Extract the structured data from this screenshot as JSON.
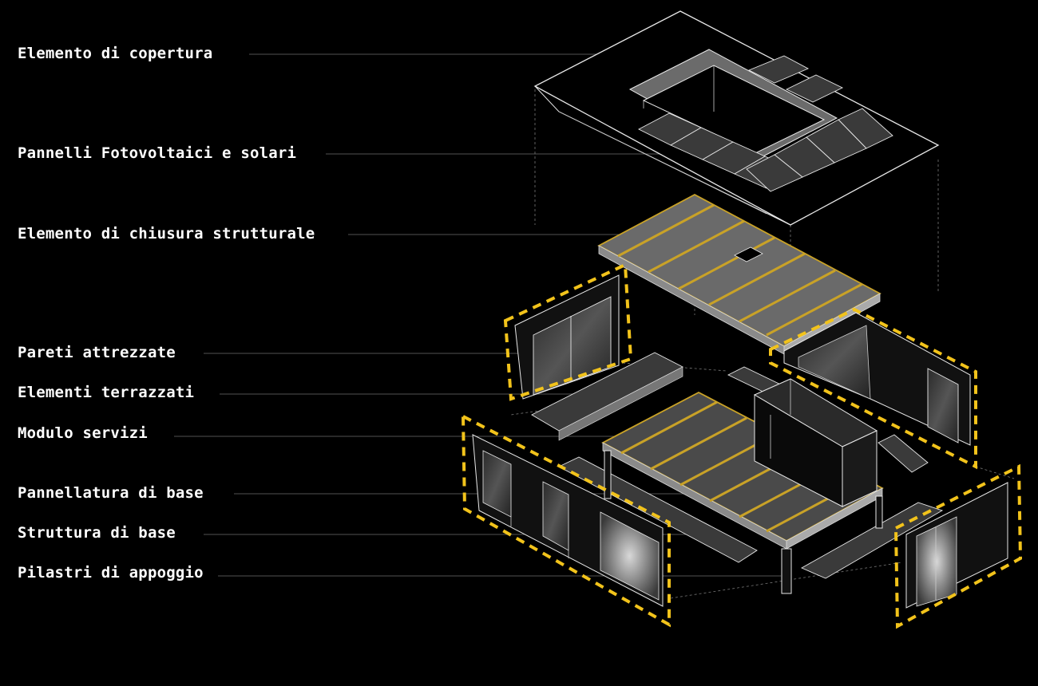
{
  "labels": [
    {
      "id": "copertura",
      "text": "Elemento di copertura"
    },
    {
      "id": "fotovoltaici",
      "text": "Pannelli Fotovoltaici e solari"
    },
    {
      "id": "chiusura",
      "text": "Elemento di chiusura strutturale"
    },
    {
      "id": "pareti",
      "text": "Pareti attrezzate"
    },
    {
      "id": "terrazzati",
      "text": "Elementi terrazzati"
    },
    {
      "id": "servizi",
      "text": "Modulo servizi"
    },
    {
      "id": "pannellatura",
      "text": "Pannellatura di base"
    },
    {
      "id": "struttura",
      "text": "Struttura di base"
    },
    {
      "id": "pilastri",
      "text": "Pilastri di appoggio"
    }
  ],
  "colors": {
    "background": "#000000",
    "label_text": "#ffffff",
    "leader_line": "#6e6e6e",
    "outline": "#e8e8e8",
    "panel_fill": "#3a3a3a",
    "structure_accent": "#c9a227",
    "highlight_dash": "#f2c31b"
  }
}
